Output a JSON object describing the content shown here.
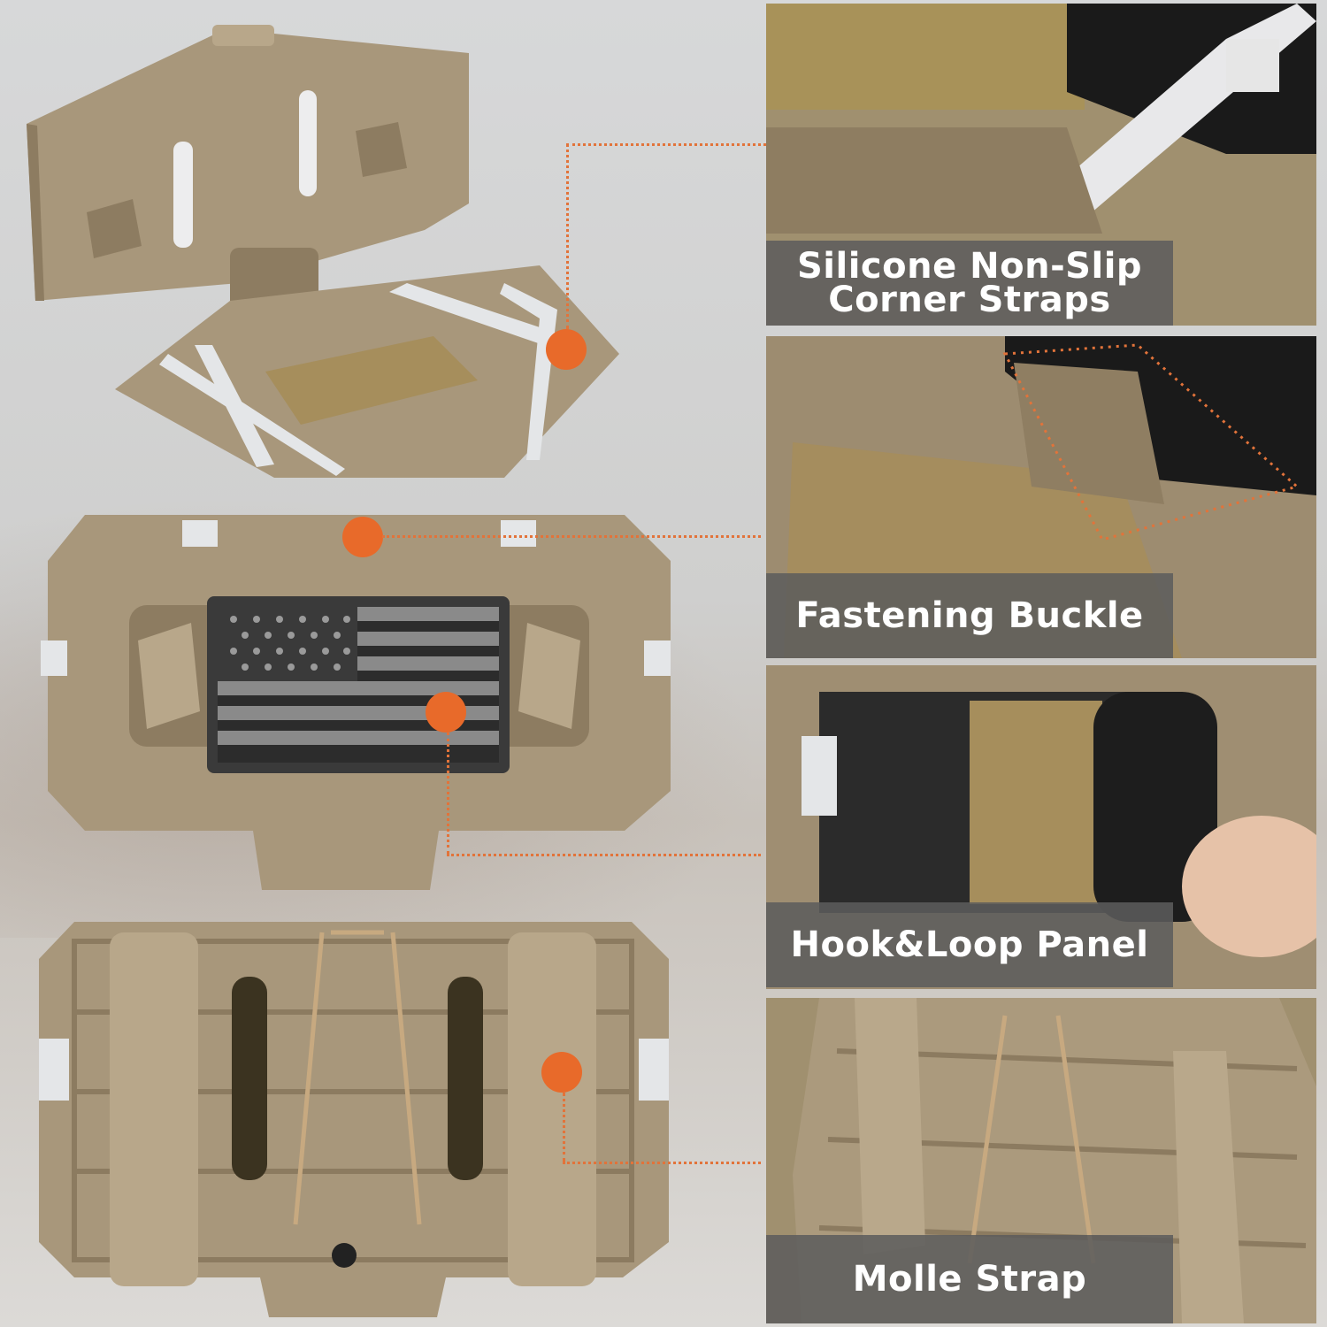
{
  "callouts": [
    {
      "caption": "Silicone Non-Slip\nCorner Straps"
    },
    {
      "caption": "Fastening Buckle"
    },
    {
      "caption": "Hook&Loop Panel"
    },
    {
      "caption": "Molle Strap"
    }
  ],
  "colors": {
    "accent": "#e86a2a",
    "caption_bg": "#5c5c5c",
    "product_tan": "#a8977b",
    "strap": "#e4e6e8"
  },
  "icons": [
    "flag-patch-icon"
  ]
}
